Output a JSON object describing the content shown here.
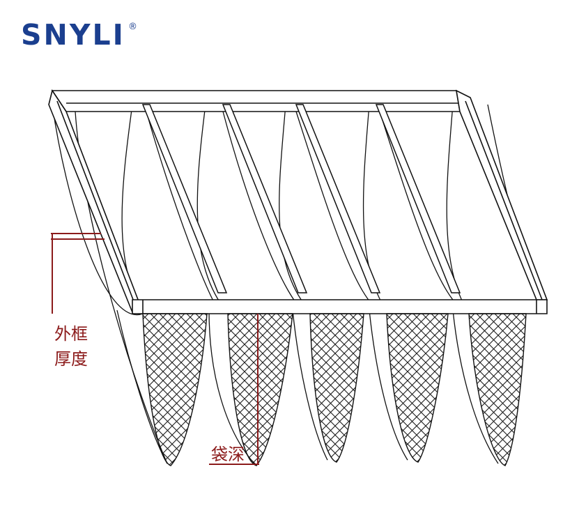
{
  "logo": {
    "text": "SNYLI",
    "registered": "®",
    "color": "#1b3f8f"
  },
  "annotations": {
    "frame_thickness": [
      "外框",
      "厚度"
    ],
    "bag_depth": "袋深",
    "color": "#8b1a1a"
  },
  "drawing": {
    "subject": "bag-filter",
    "bag_count": 5,
    "line_color": "#111111"
  }
}
